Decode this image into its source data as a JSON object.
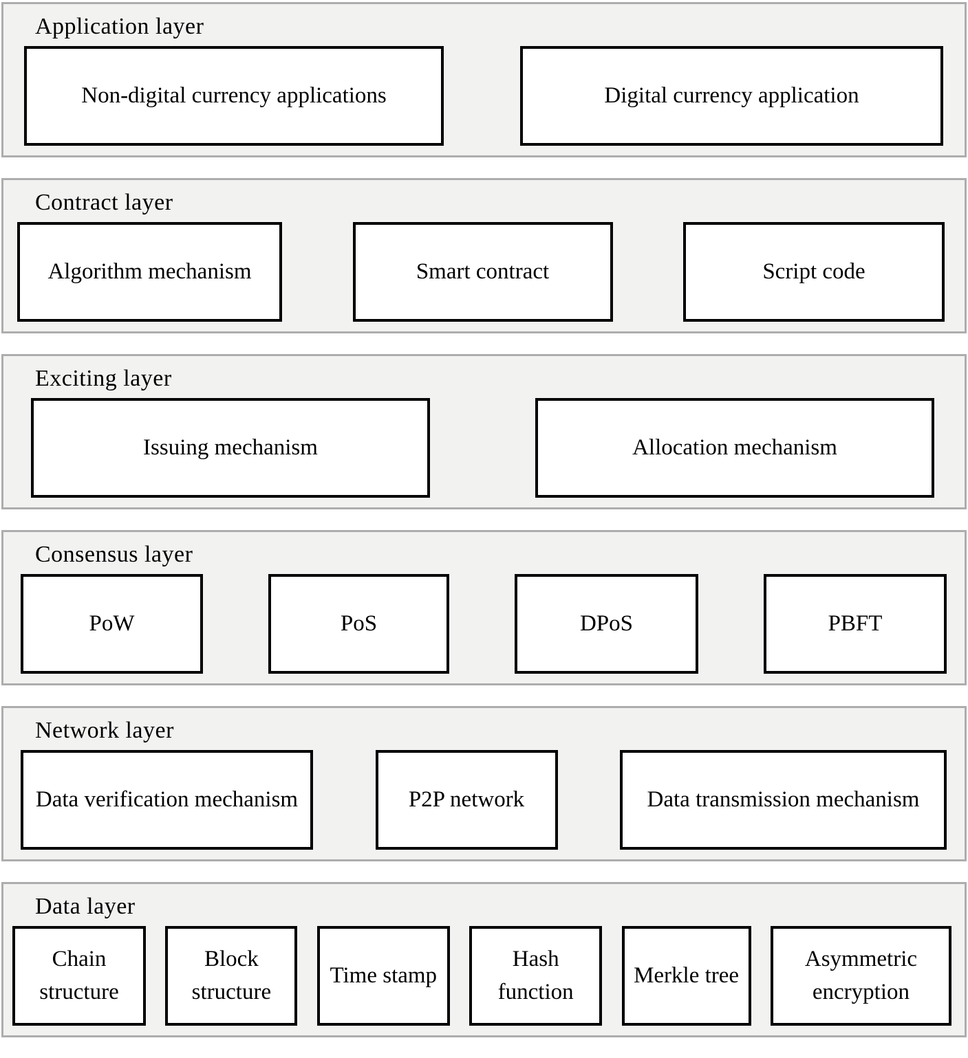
{
  "diagram": {
    "layers": [
      {
        "label": "Application layer",
        "boxes": [
          "Non-digital currency applications",
          "Digital currency application"
        ]
      },
      {
        "label": "Contract layer",
        "boxes": [
          "Algorithm mechanism",
          "Smart contract",
          "Script code"
        ]
      },
      {
        "label": "Exciting layer",
        "boxes": [
          "Issuing mechanism",
          "Allocation mechanism"
        ]
      },
      {
        "label": "Consensus layer",
        "boxes": [
          "PoW",
          "PoS",
          "DPoS",
          "PBFT"
        ]
      },
      {
        "label": "Network layer",
        "boxes": [
          "Data verification mechanism",
          "P2P network",
          "Data transmission mechanism"
        ]
      },
      {
        "label": "Data layer",
        "boxes": [
          "Chain structure",
          "Block structure",
          "Time stamp",
          "Hash function",
          "Merkle tree",
          "Asymmetric encryption"
        ]
      }
    ],
    "colors": {
      "panel_fill": "#f2f2f1",
      "panel_border": "#adadad",
      "box_fill": "#ffffff",
      "box_border": "#000000",
      "text": "#000000"
    }
  }
}
